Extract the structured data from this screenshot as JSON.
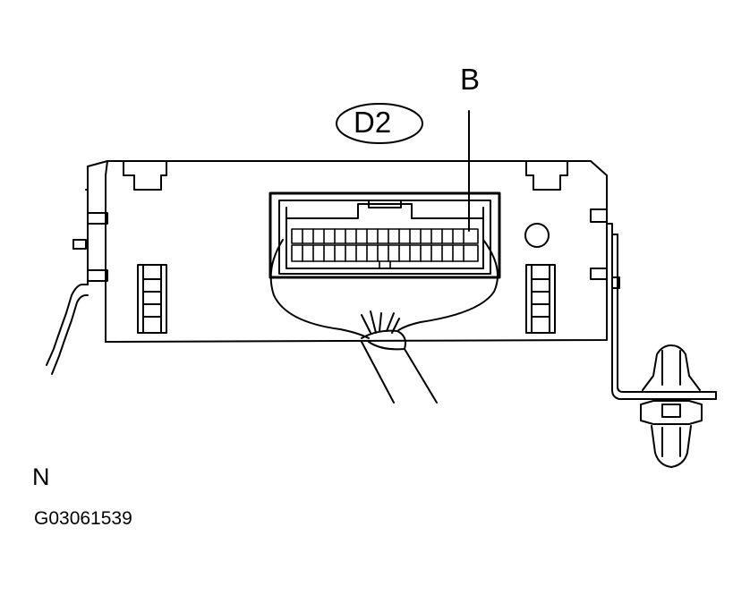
{
  "labels": {
    "callout": "B",
    "connector_id": "D2",
    "view_letter": "N",
    "figure_code": "G03061539"
  },
  "colors": {
    "line": "#000000",
    "background": "#ffffff"
  },
  "icons": {
    "ecu_body": "ecu-housing",
    "connector": "multi-pin-connector",
    "harness": "wire-harness",
    "clip": "mounting-clip"
  }
}
